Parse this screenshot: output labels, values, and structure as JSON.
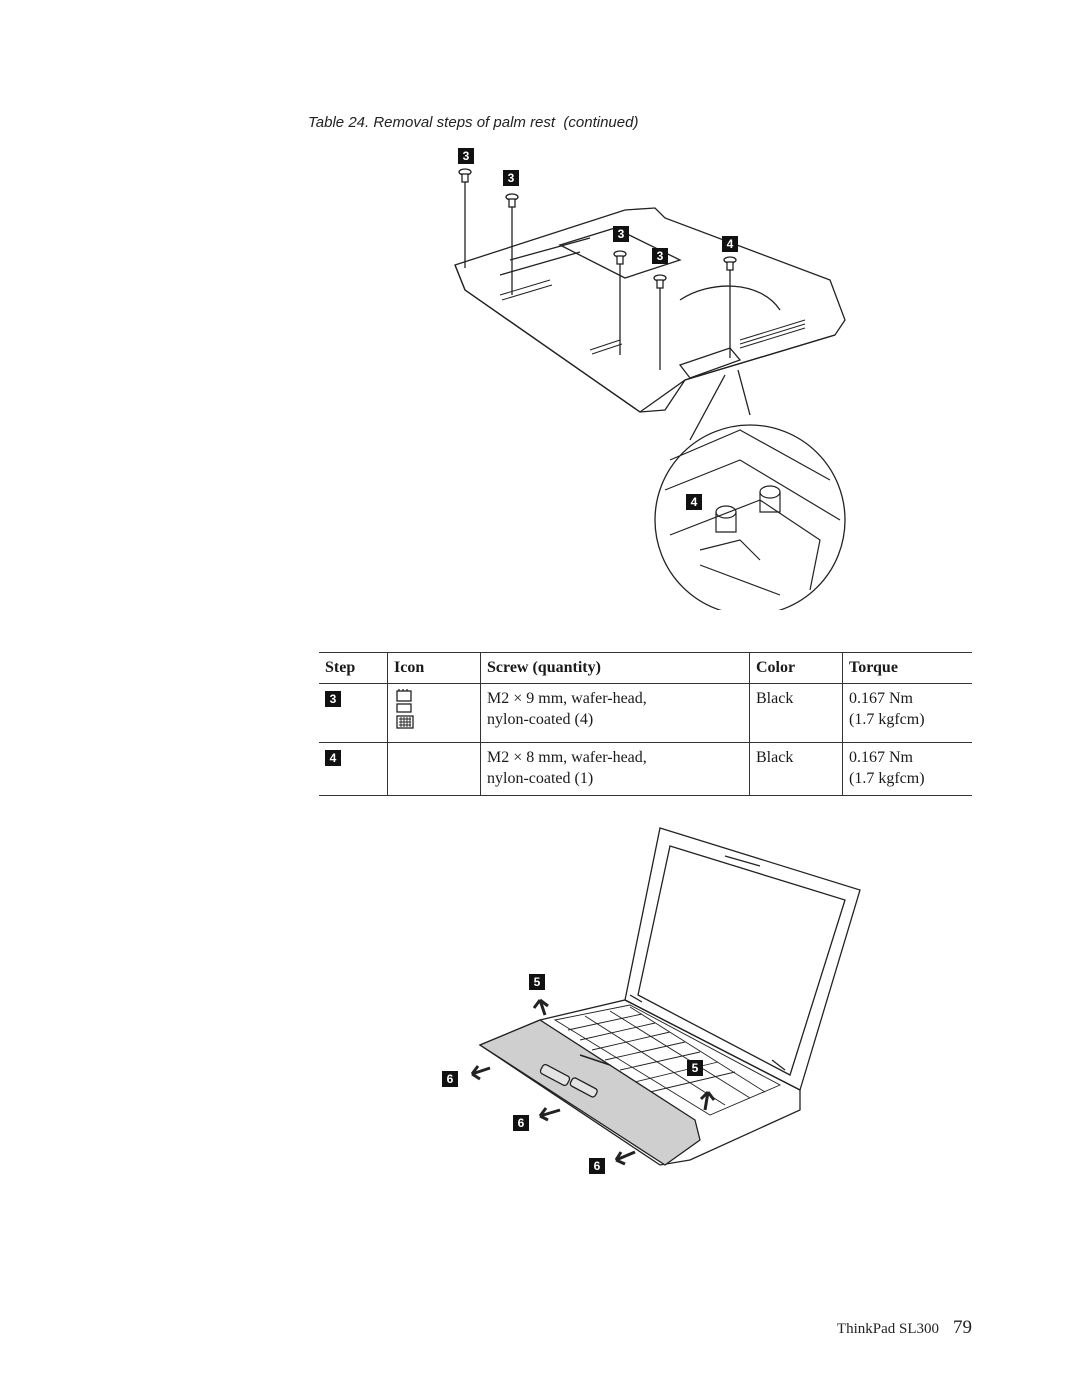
{
  "caption": "Table 24. Removal steps of palm rest  (continued)",
  "figure_top": {
    "callouts": [
      "3",
      "3",
      "3",
      "3",
      "4"
    ],
    "detail_callout": "4"
  },
  "table": {
    "headers": [
      "Step",
      "Icon",
      "Screw (quantity)",
      "Color",
      "Torque"
    ],
    "rows": [
      {
        "step": "3",
        "icons": [
          "memory-icon",
          "keyboard-icon"
        ],
        "screw_line1": "M2 × 9 mm, wafer-head,",
        "screw_line2": "nylon-coated (4)",
        "color": "Black",
        "torque_line1": "0.167 Nm",
        "torque_line2": "(1.7 kgfcm)"
      },
      {
        "step": "4",
        "icons": [],
        "screw_line1": "M2 × 8 mm, wafer-head,",
        "screw_line2": "nylon-coated (1)",
        "color": "Black",
        "torque_line1": "0.167 Nm",
        "torque_line2": "(1.7 kgfcm)"
      }
    ]
  },
  "figure_bottom": {
    "callouts": [
      "5",
      "5",
      "6",
      "6",
      "6"
    ]
  },
  "footer": {
    "product": "ThinkPad SL300",
    "page_number": "79"
  }
}
